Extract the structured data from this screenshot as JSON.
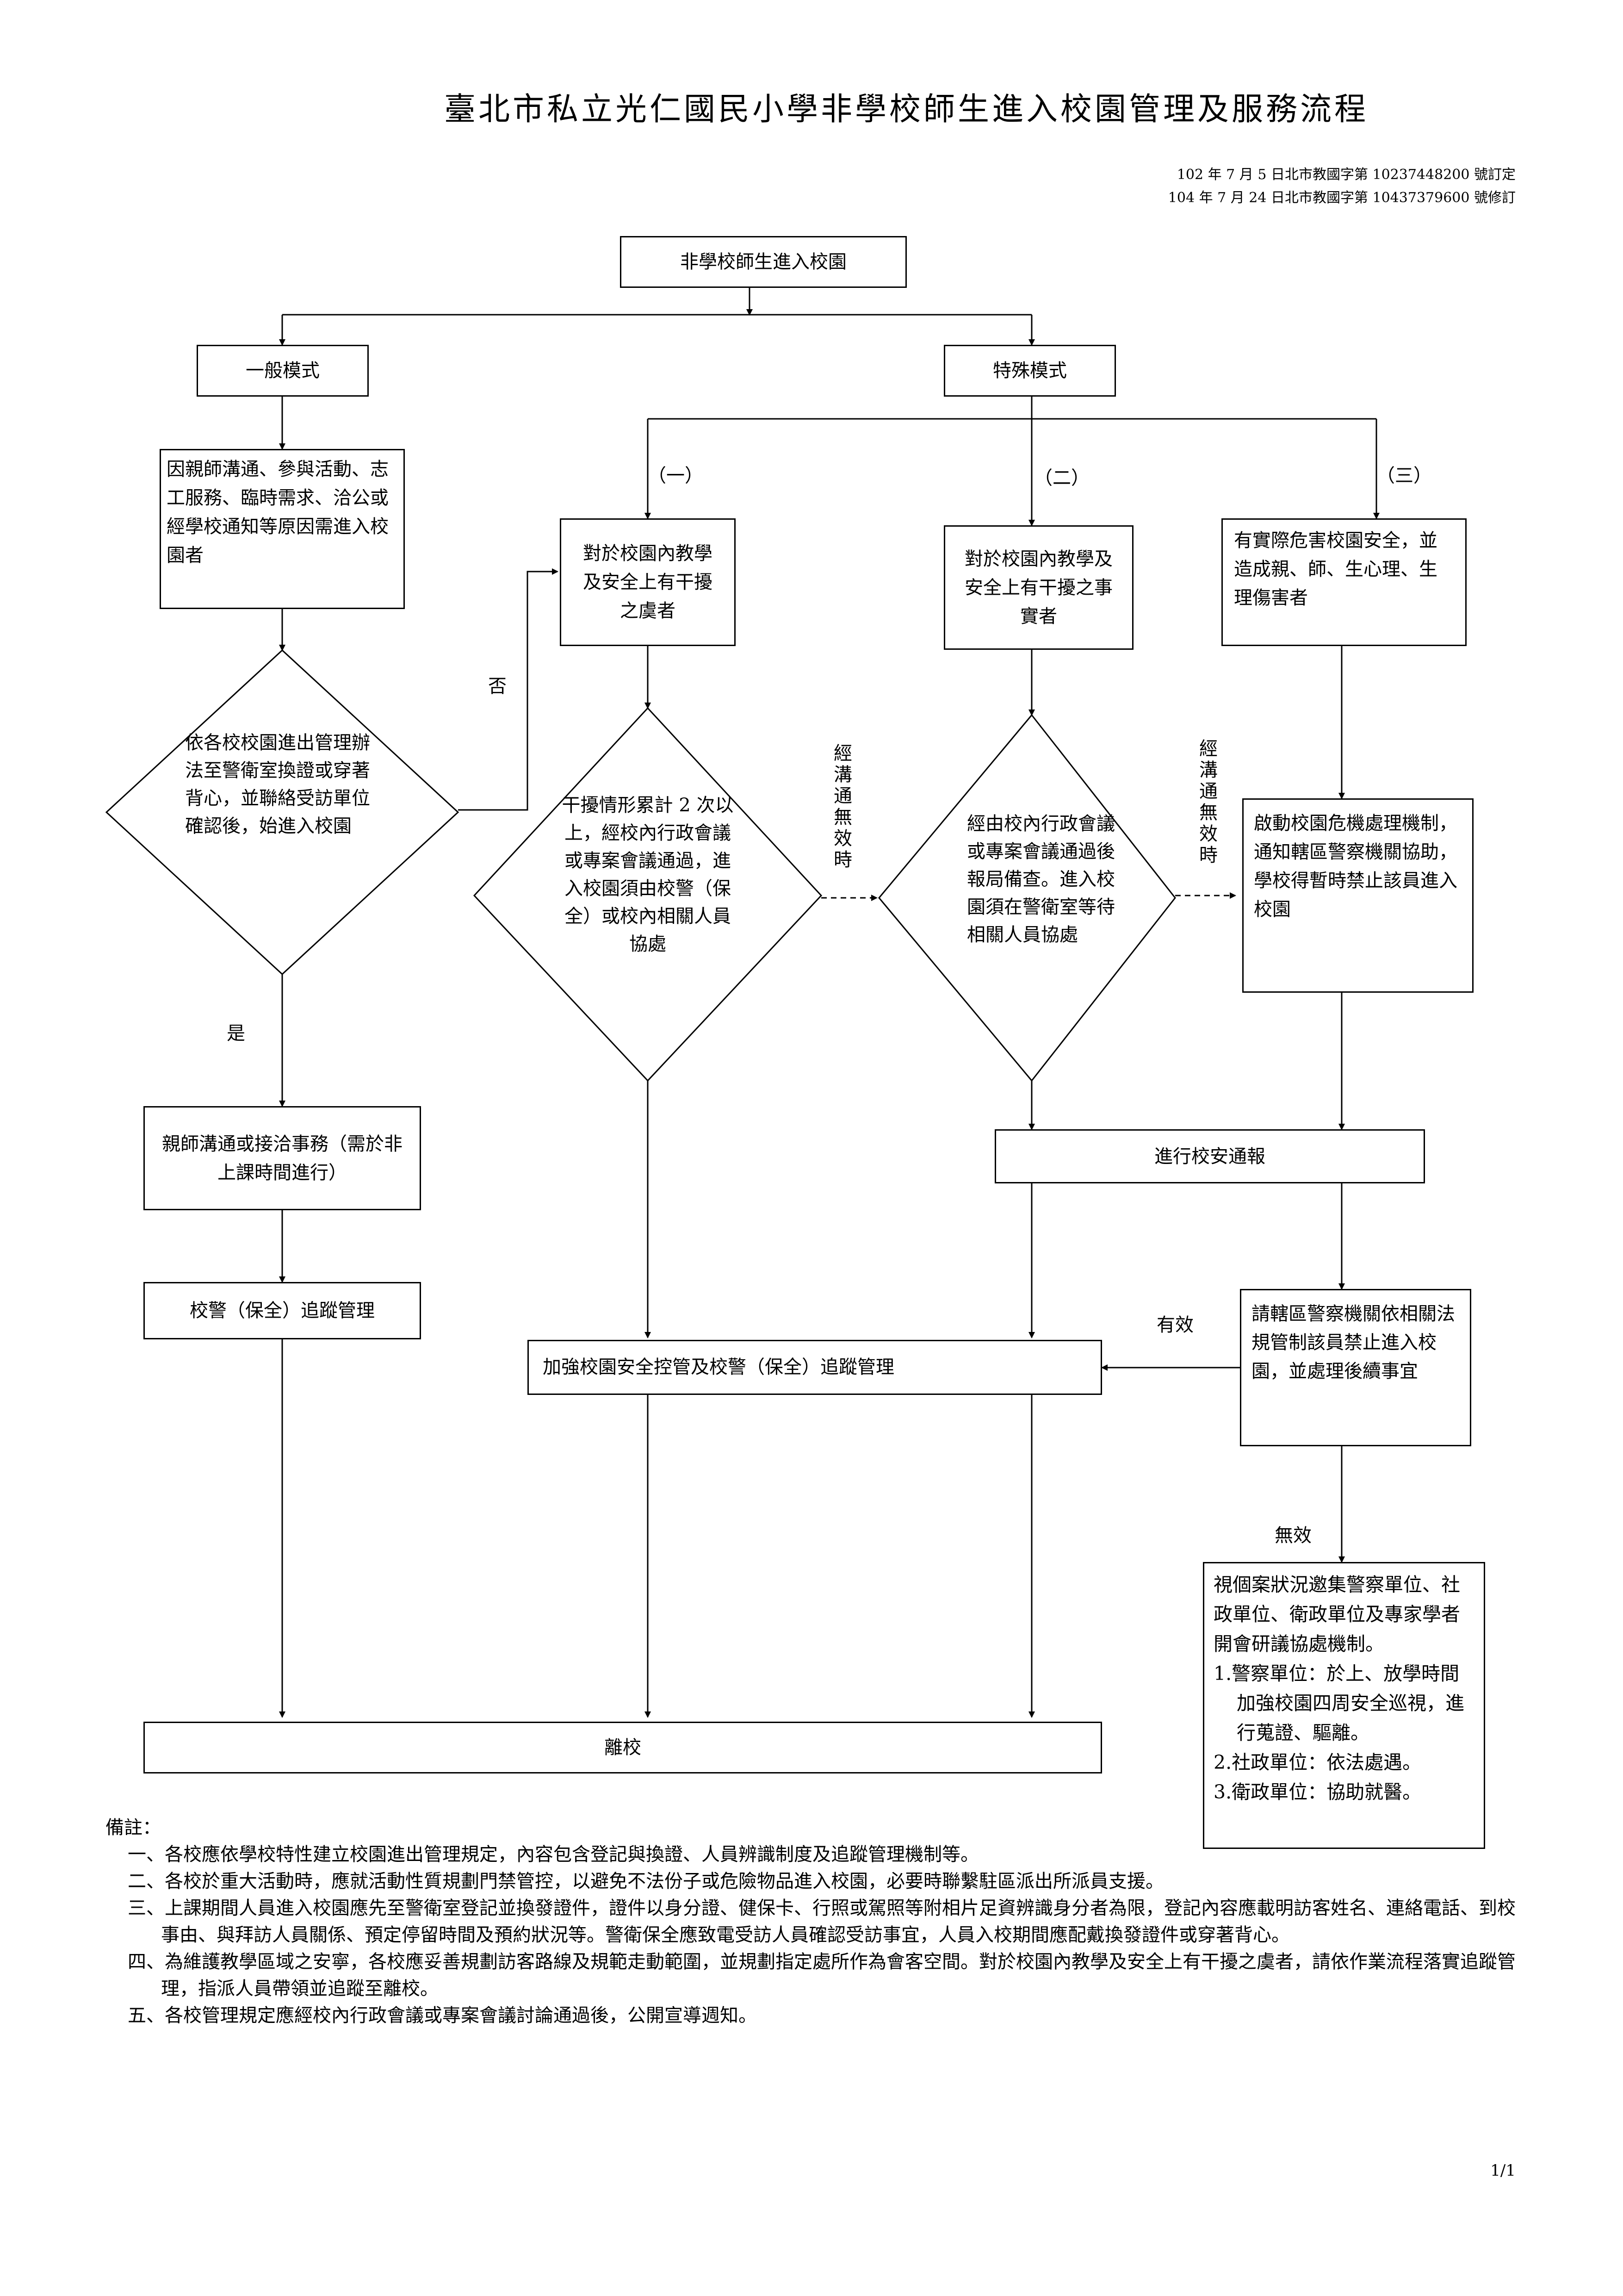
{
  "title": "臺北市私立光仁國民小學非學校師生進入校園管理及服務流程",
  "references": [
    "102 年 7 月 5 日北市教國字第 10237448200 號訂定",
    "104 年 7 月 24 日北市教國字第 10437379600 號修訂"
  ],
  "flow": {
    "start": "非學校師生進入校園",
    "general_mode": "一般模式",
    "special_mode": "特殊模式",
    "general_reason": "因親師溝通、參與活動、志工服務、臨時需求、洽公或經學校通知等原因需進入校園者",
    "decision_general": "依各校校園進出管理辦法至警衛室換證或穿著背心，並聯絡受訪單位確認後，始進入校園",
    "label_no": "否",
    "label_yes": "是",
    "branch_1": "（一）",
    "branch_2": "（二）",
    "branch_3": "（三）",
    "case_1": "對於校園內教學及安全上有干擾之虞者",
    "case_2": "對於校園內教學及安全上有干擾之事實者",
    "case_3": "有實際危害校園安全，並造成親、師、生心理、生理傷害者",
    "decision_1": "干擾情形累計 2 次以上，經校內行政會議或專案會議通過，進入校園須由校警（保全）或校內相關人員協處",
    "decision_2": "經由校內行政會議或專案會議通過後報局備查。進入校園須在警衛室等待相關人員協處",
    "ineffective_1": "經溝通無效時",
    "ineffective_2": "經溝通無效時",
    "emergency": "啟動校園危機處理機制，通知轄區警察機關協助，學校得暫時禁止該員進入校園",
    "meeting": "親師溝通或接洽事務（需於非上課時間進行）",
    "school_police": "校警（保全）追蹤管理",
    "report": "進行校安通報",
    "strengthen": "加強校園安全控管及校警（保全）追蹤管理",
    "police_request": "請轄區警察機關依相關法規管制該員禁止進入校園，並處理後續事宜",
    "label_effective": "有效",
    "label_ineffective": "無效",
    "case_meeting_intro": "視個案狀況邀集警察單位、社政單位、衛政單位及專家學者開會研議協處機制。",
    "case_meeting_items": [
      "1.警察單位：於上、放學時間加強校園四周安全巡視，進行蒐證、驅離。",
      "2.社政單位：依法處遇。",
      "3.衛政單位：協助就醫。"
    ],
    "leave": "離校"
  },
  "notes": {
    "heading": "備註：",
    "items": [
      "一、各校應依學校特性建立校園進出管理規定，內容包含登記與換證、人員辨識制度及追蹤管理機制等。",
      "二、各校於重大活動時，應就活動性質規劃門禁管控，以避免不法份子或危險物品進入校園，必要時聯繫駐區派出所派員支援。",
      "三、上課期間人員進入校園應先至警衛室登記並換發證件，證件以身分證、健保卡、行照或駕照等附相片足資辨識身分者為限，登記內容應載明訪客姓名、連絡電話、到校事由、與拜訪人員關係、預定停留時間及預約狀況等。警衛保全應致電受訪人員確認受訪事宜，人員入校期間應配戴換發證件或穿著背心。",
      "四、為維護教學區域之安寧，各校應妥善規劃訪客路線及規範走動範圍，並規劃指定處所作為會客空間。對於校園內教學及安全上有干擾之虞者，請依作業流程落實追蹤管理，指派人員帶領並追蹤至離校。",
      "五、各校管理規定應經校內行政會議或專案會議討論通過後，公開宣導週知。"
    ]
  },
  "page_number": "1/1"
}
